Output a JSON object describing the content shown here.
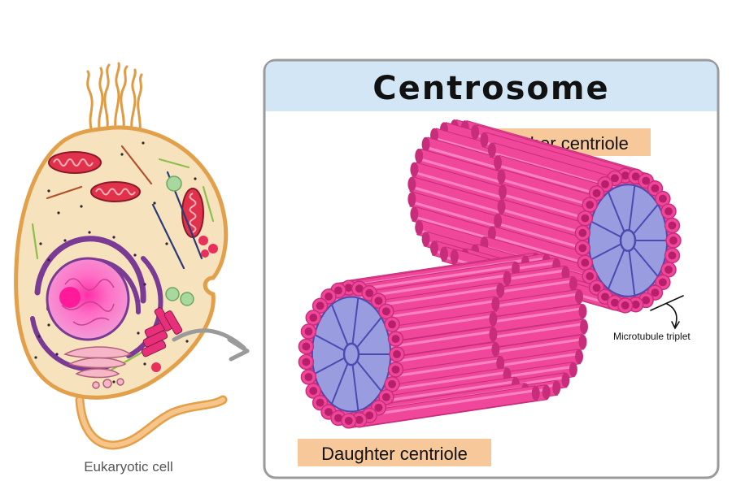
{
  "title": "Centrosome",
  "labels": {
    "mother": "Mother centriole",
    "daughter": "Daughter centriole",
    "triplet": "Microtubule triplet",
    "cell": "Eukaryotic cell"
  },
  "colors": {
    "panel_header": "#d2e6f5",
    "panel_border": "#9a9a9a",
    "label_bg": "#f7c99a",
    "tube": "#f0479b",
    "tube_dark": "#c72d7a",
    "spoke": "#4a4ab0",
    "hub_fill": "#9a9ce0",
    "cell_fill": "#f7e2be",
    "cell_border": "#e3a04a",
    "nucleus": "#ff78c8",
    "er": "#7a3b95",
    "mitochondria": "#e0324a",
    "arrow": "#9a9a9a"
  }
}
